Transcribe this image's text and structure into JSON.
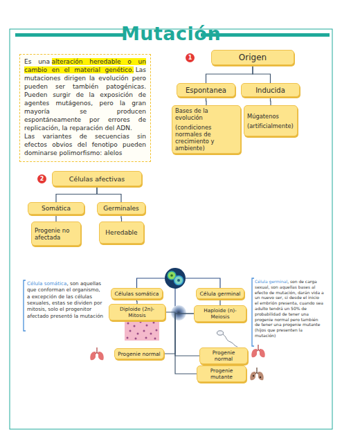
{
  "diagram": {
    "title": "Mutación",
    "nodes": [
      {
        "text": [
          "Es una",
          "alteración heredable o un cambio en el material genético.",
          "Las mutaciones dirigen la evolución pero pueden ser también patogénicas. Pueden surgir de la exposición de agentes mutágenos, pero la gran mayoría se producen espontáneamente por errores de replicación, la reparación del ADN.",
          "Las variantes de secuencias sin efectos obvios del fenotipo pueden dominarse polimorfismo: alelos"
        ]
      },
      {
        "text": [
          "Origen"
        ]
      },
      {
        "text": [
          "Espontanea"
        ]
      },
      {
        "text": [
          "Inducida"
        ]
      },
      {
        "text": [
          "Bases de la evolución",
          "(condiciones normales de crecimiento y ambiente)"
        ]
      },
      {
        "text": [
          "Múgatenos",
          "(artificialmente)"
        ]
      },
      {
        "text": [
          "Células afectivas"
        ]
      },
      {
        "text": [
          "Somática"
        ]
      },
      {
        "text": [
          "Germinales"
        ]
      },
      {
        "text": [
          "Progenie no afectada"
        ]
      },
      {
        "text": [
          "Heredable"
        ]
      },
      {
        "text": [
          "Células somática"
        ]
      },
      {
        "text": [
          "Célula germinal"
        ]
      },
      {
        "text": [
          "Diploide (2n)- Mitosis"
        ]
      },
      {
        "text": [
          "Haploide (n)- Meiosis"
        ]
      },
      {
        "text": [
          "Progenie normal"
        ]
      },
      {
        "text": [
          "Progenie normal"
        ]
      },
      {
        "text": [
          "Progenie mutante"
        ]
      }
    ],
    "edges": [
      {
        "from": 1,
        "to": 2,
        "arrow": "none"
      },
      {
        "from": 1,
        "to": 3,
        "arrow": "none"
      },
      {
        "from": 2,
        "to": 4,
        "arrow": "none"
      },
      {
        "from": 3,
        "to": 5,
        "arrow": "none"
      },
      {
        "from": 6,
        "to": 7,
        "arrow": "none"
      },
      {
        "from": 6,
        "to": 8,
        "arrow": "none"
      },
      {
        "from": 7,
        "to": 9,
        "arrow": "none"
      },
      {
        "from": 8,
        "to": 10,
        "arrow": "none"
      },
      {
        "from": 11,
        "to": 13,
        "arrow": "none"
      },
      {
        "from": 12,
        "to": 14,
        "arrow": "none"
      },
      {
        "from": 13,
        "to": 15,
        "arrow": "none"
      },
      {
        "from": 14,
        "to": 16,
        "arrow": "none"
      },
      {
        "from": 14,
        "to": 17,
        "arrow": "none"
      }
    ],
    "labels": [
      "1",
      "2",
      "Célula somática",
      ", son aquellas que conforman el organismo, a excepción de las células sexuales, estas se dividen por mitosis, solo el progenitor afectado presentó la mutación",
      "Célula germinal",
      ", son de carga sexual, son aquellas bases al efecto de mutación, darán vida a un nuevo ser, si desde el inicio el embrión presenta, cuando sea adulto tendrá un 50% de probabilidad de tener una progenie normal pero también de tener una progenie mutante (hijos que presenten la mutación)"
    ]
  }
}
